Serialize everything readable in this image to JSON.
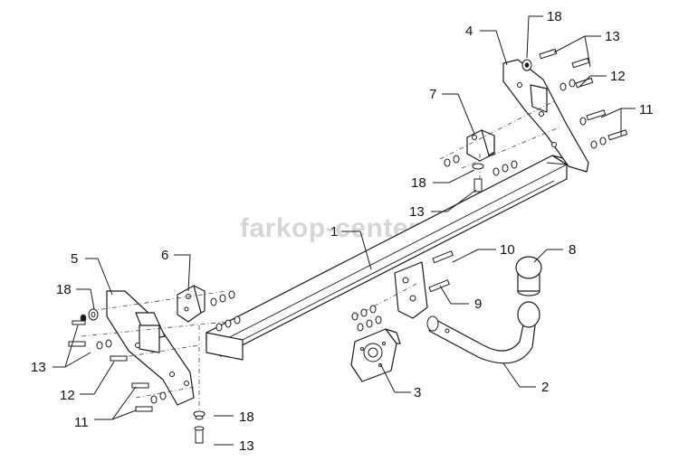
{
  "watermark": "farkop-center.ru",
  "callouts": {
    "c1": "1",
    "c2": "2",
    "c3": "3",
    "c4": "4",
    "c5": "5",
    "c6": "6",
    "c7": "7",
    "c8": "8",
    "c9": "9",
    "c10": "10",
    "c11_left": "11",
    "c11_right": "11",
    "c12_left": "12",
    "c12_right": "12",
    "c13_left": "13",
    "c13_right_top": "13",
    "c13_center": "13",
    "c13_bottom": "13",
    "c18_left": "18",
    "c18_right_top": "18",
    "c18_center": "18",
    "c18_bottom": "18"
  }
}
